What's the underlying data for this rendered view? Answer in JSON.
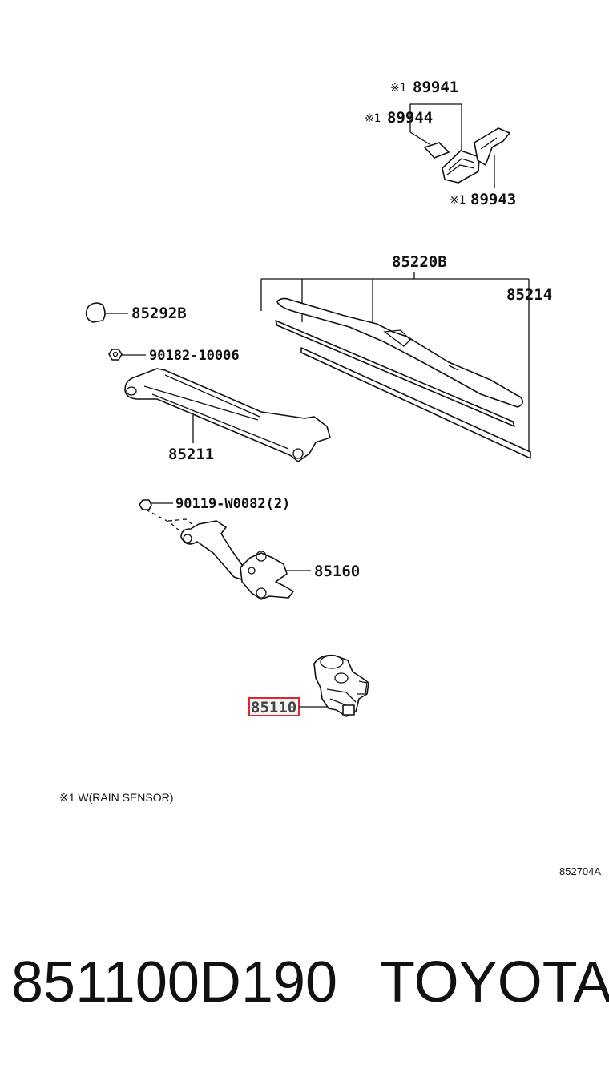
{
  "diagram": {
    "parts": {
      "p89941": {
        "mark": "※1",
        "number": "89941"
      },
      "p89944": {
        "mark": "※1",
        "number": "89944"
      },
      "p89943": {
        "mark": "※1",
        "number": "89943"
      },
      "p85220B": {
        "number": "85220B"
      },
      "p85214": {
        "number": "85214"
      },
      "p85292B": {
        "number": "85292B"
      },
      "p9018210006": {
        "number": "90182-10006"
      },
      "p85211": {
        "number": "85211"
      },
      "p90119W0082": {
        "number": "90119-W0082(2)"
      },
      "p85160": {
        "number": "85160"
      },
      "p85110": {
        "number": "85110",
        "highlight_color": "#e0262c"
      }
    },
    "note": "※1 W(RAIN SENSOR)",
    "illustration_code": "852704A"
  },
  "footer": {
    "part_number": "851100D190",
    "brand": "TOYOTA"
  }
}
